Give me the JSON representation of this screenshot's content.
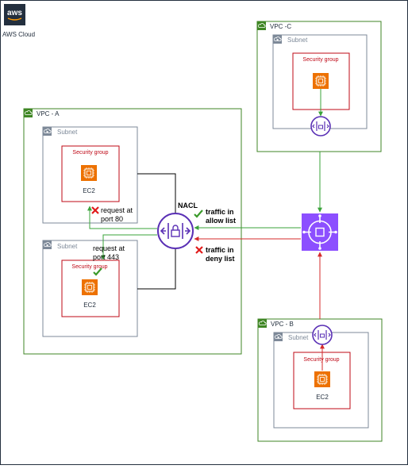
{
  "cloud": {
    "title": "AWS Cloud",
    "logo_text": "aws"
  },
  "vpc_a": {
    "title": "VPC - A",
    "subnet_top": {
      "title": "Subnet",
      "security_group": "Security group",
      "instance": "EC2"
    },
    "subnet_bottom": {
      "title": "Subnet",
      "security_group": "Security group",
      "instance": "EC2"
    }
  },
  "vpc_c": {
    "title": "VPC -C",
    "subnet": {
      "title": "Subnet",
      "security_group": "Security group"
    }
  },
  "vpc_b": {
    "title": "VPC - B",
    "subnet": {
      "title": "Subnet",
      "security_group": "Security group",
      "instance": "EC2"
    }
  },
  "nacl": {
    "label": "NACL"
  },
  "annotations": {
    "request_80": [
      "request at",
      "port 80"
    ],
    "request_443": [
      "request at",
      "port 443"
    ],
    "allow": [
      "traffic in",
      "allow list"
    ],
    "deny": [
      "traffic in",
      "deny list"
    ]
  },
  "colors": {
    "vpc_green": "#3f8624",
    "subnet_grey": "#7d8998",
    "security_red": "#bf0816",
    "ec2_orange": "#ed7100",
    "nacl_purple": "#5a30b5",
    "tgw_purple": "#8c4fff",
    "allow_green": "#3aa33a",
    "deny_red": "#d62b2b",
    "check_green": "#3a9a2a",
    "cross_red": "#e01b1b"
  }
}
